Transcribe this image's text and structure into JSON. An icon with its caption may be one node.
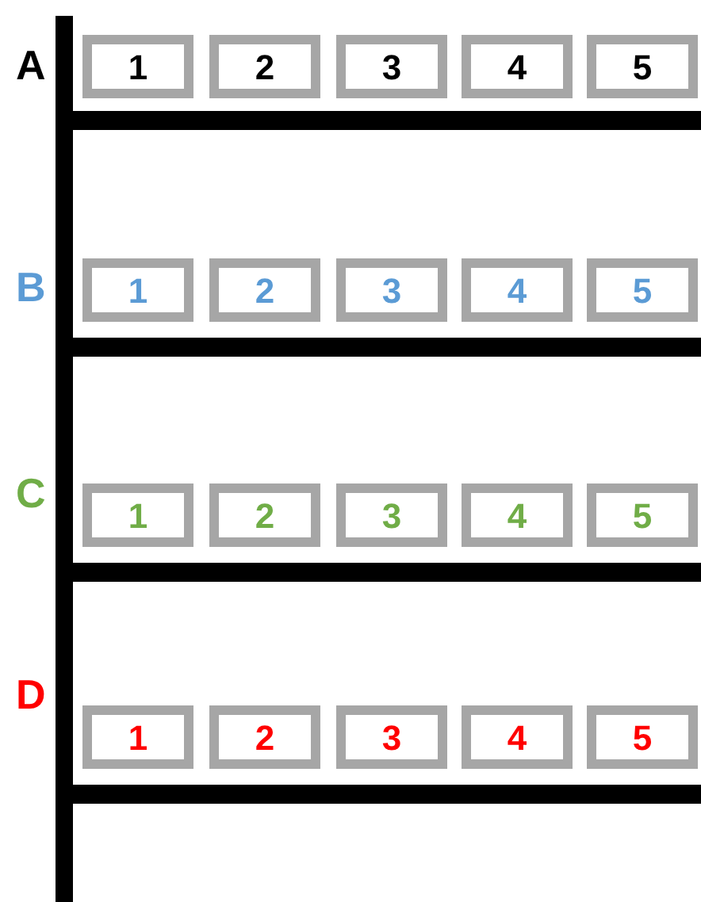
{
  "diagram": {
    "nodes": [
      {
        "text": [
          "1"
        ]
      },
      {
        "text": [
          "2"
        ]
      },
      {
        "text": [
          "3"
        ]
      },
      {
        "text": [
          "4"
        ]
      },
      {
        "text": [
          "5"
        ]
      },
      {
        "text": [
          "1"
        ]
      },
      {
        "text": [
          "2"
        ]
      },
      {
        "text": [
          "3"
        ]
      },
      {
        "text": [
          "4"
        ]
      },
      {
        "text": [
          "5"
        ]
      },
      {
        "text": [
          "1"
        ]
      },
      {
        "text": [
          "2"
        ]
      },
      {
        "text": [
          "3"
        ]
      },
      {
        "text": [
          "4"
        ]
      },
      {
        "text": [
          "5"
        ]
      },
      {
        "text": [
          "1"
        ]
      },
      {
        "text": [
          "2"
        ]
      },
      {
        "text": [
          "3"
        ]
      },
      {
        "text": [
          "4"
        ]
      },
      {
        "text": [
          "5"
        ]
      }
    ],
    "labels": [
      "A",
      "B",
      "C",
      "D"
    ]
  }
}
